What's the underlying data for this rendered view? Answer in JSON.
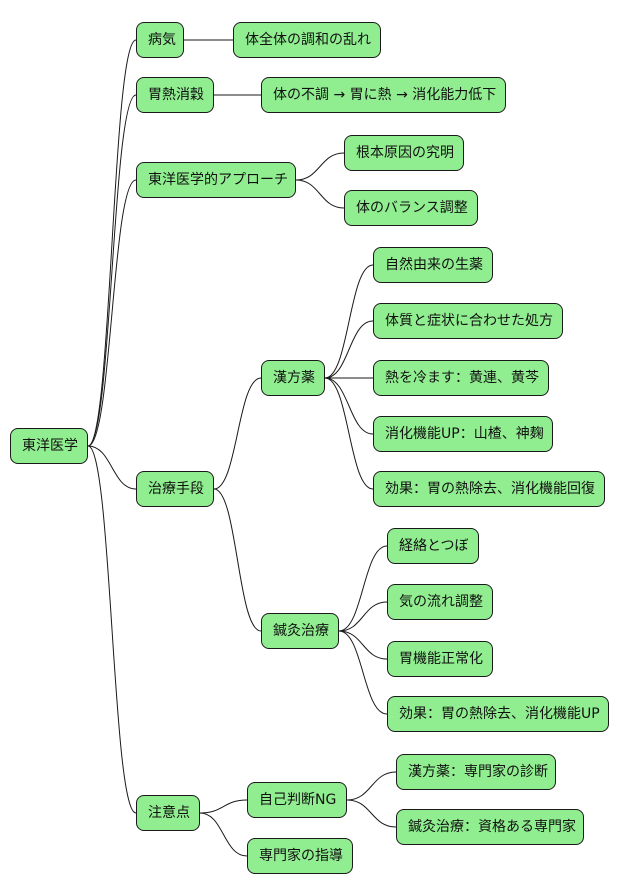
{
  "colors": {
    "node_fill": "#90ee90",
    "node_border": "#1a1a1a",
    "edge": "#1a1a1a",
    "background": "#ffffff"
  },
  "mindmap": {
    "root": "東洋医学",
    "branches": {
      "byouki": "病気",
      "byouki_1": "体全体の調和の乱れ",
      "ineturi": "胃熱消穀",
      "ineturi_1": "体の不調 → 胃に熱 → 消化能力低下",
      "approach": "東洋医学的アプローチ",
      "approach_1": "根本原因の究明",
      "approach_2": "体のバランス調整",
      "chiryo": "治療手段",
      "kampo": "漢方薬",
      "kampo_1": "自然由来の生薬",
      "kampo_2": "体質と症状に合わせた処方",
      "kampo_3": "熱を冷ます：黄連、黄芩",
      "kampo_4": "消化機能UP：山楂、神麹",
      "kampo_5": "効果：胃の熱除去、消化機能回復",
      "shinkyu": "鍼灸治療",
      "shinkyu_1": "経絡とつぼ",
      "shinkyu_2": "気の流れ調整",
      "shinkyu_3": "胃機能正常化",
      "shinkyu_4": "効果：胃の熱除去、消化機能UP",
      "chui": "注意点",
      "jiko": "自己判断NG",
      "jiko_1": "漢方薬：専門家の診断",
      "jiko_2": "鍼灸治療：資格ある専門家",
      "senmon": "専門家の指導"
    }
  }
}
